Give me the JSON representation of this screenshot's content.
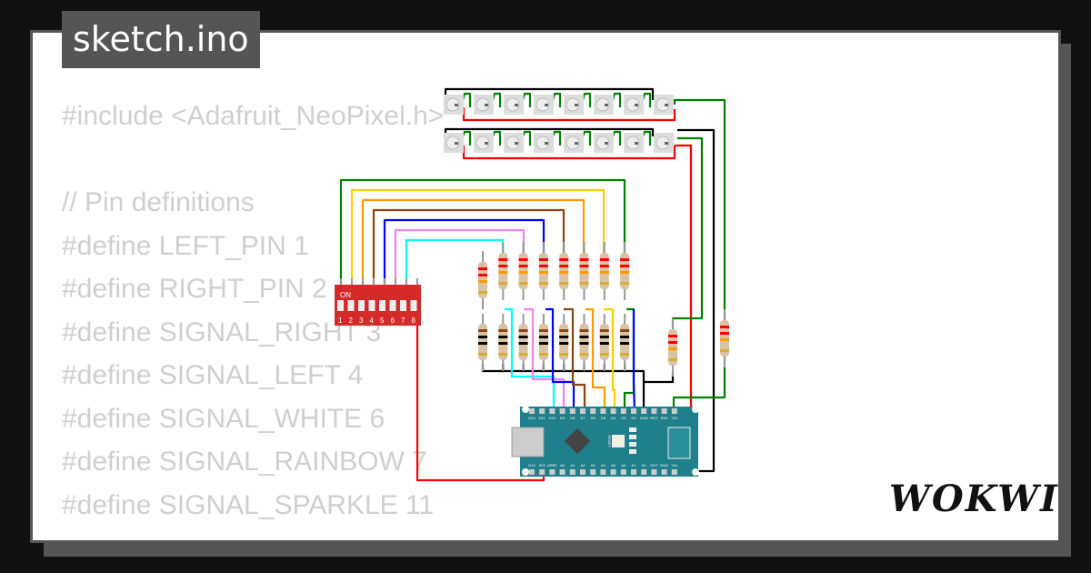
{
  "tab": {
    "filename": "sketch.ino"
  },
  "code_lines": [
    "#include <Adafruit_NeoPixel.h>",
    "",
    "// Pin definitions",
    "#define LEFT_PIN 1",
    "#define RIGHT_PIN 2",
    "#define SIGNAL_RIGHT 3",
    "#define SIGNAL_LEFT 4",
    "#define SIGNAL_WHITE 6",
    "#define SIGNAL_RAINBOW 7",
    "#define SIGNAL_SPARKLE 11"
  ],
  "dip_switch": {
    "on_label": "ON",
    "numbers": [
      "1",
      "2",
      "3",
      "4",
      "5",
      "6",
      "7",
      "8"
    ],
    "color": "#d42a2a"
  },
  "arduino": {
    "color": "#1f7f8a",
    "top_pins": [
      "D12",
      "D11",
      "D10",
      "D9",
      "D8",
      "D7",
      "D6",
      "D5",
      "D4",
      "D3",
      "D2",
      "GND",
      "RST",
      "RX0",
      "TX1"
    ],
    "bottom_pins": [
      "D13",
      "3V3",
      "AREF",
      "A0",
      "A1",
      "A2",
      "A3",
      "A4",
      "A5",
      "A6",
      "A7",
      "5V",
      "RST",
      "GND",
      "VIN"
    ],
    "reset_label": "RESET"
  },
  "logo": {
    "text": "WOKWI"
  }
}
